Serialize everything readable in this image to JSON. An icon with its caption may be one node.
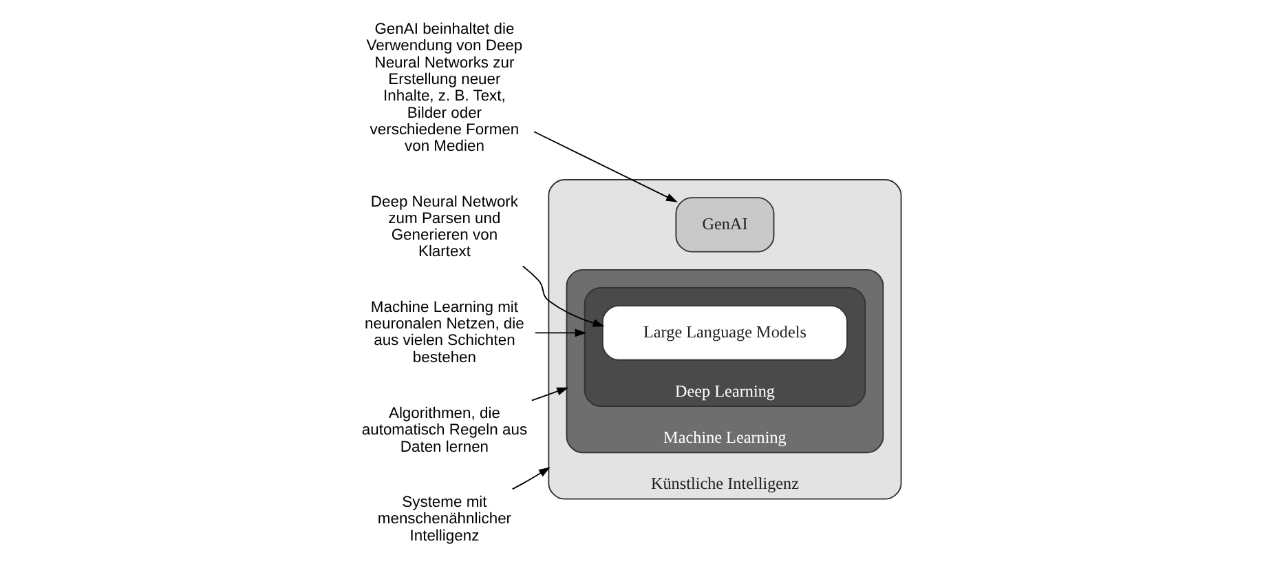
{
  "diagram": {
    "nodes": [
      {
        "text": [
          "Künstliche Intelligenz"
        ]
      },
      {
        "text": [
          "Machine Learning"
        ],
        "in": 0
      },
      {
        "text": [
          "Deep Learning"
        ],
        "in": 1
      },
      {
        "text": [
          "Large Language Models"
        ],
        "in": 2
      },
      {
        "text": [
          "GenAI"
        ],
        "in": 0
      },
      {
        "text": [
          "Deep Neural Network zum Parsen und Generieren von Klartext"
        ]
      },
      {
        "text": [
          "GenAI beinhaltet die Verwendung von Deep Neural Networks zur Erstellung neuer Inhalte, z. B. Text, Bilder oder verschiedene Formen von Medien"
        ]
      },
      {
        "text": [
          "Machine Learning mit neuronalen Netzen, die aus vielen Schichten bestehen"
        ]
      },
      {
        "text": [
          "Algorithmen, die automatisch Regeln aus Daten lernen"
        ]
      },
      {
        "text": [
          "Systeme mit menschenähnlicher Intelligenz"
        ]
      }
    ],
    "edges": [
      {
        "from": 5,
        "to": 3,
        "arrow": "to"
      },
      {
        "from": 6,
        "to": 4,
        "arrow": "to"
      },
      {
        "from": 7,
        "to": 2,
        "arrow": "to"
      },
      {
        "from": 8,
        "to": 1,
        "arrow": "to"
      },
      {
        "from": 9,
        "to": 0,
        "arrow": "to"
      }
    ]
  }
}
